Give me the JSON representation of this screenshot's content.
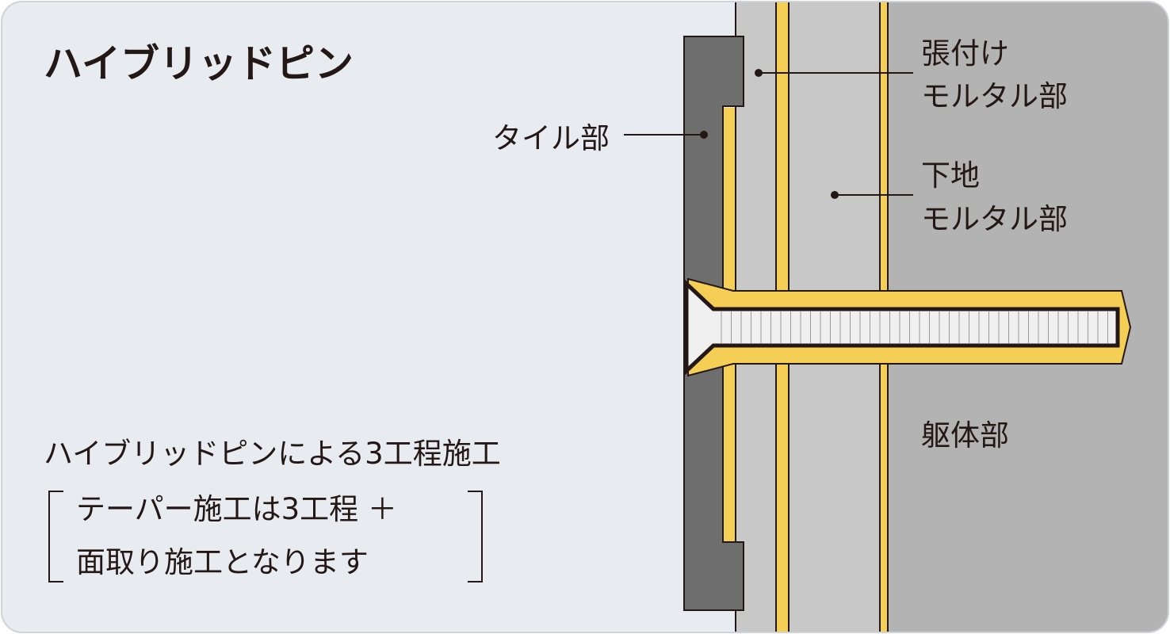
{
  "title": "ハイブリッドピン",
  "labels": {
    "tile": "タイル部",
    "adhesive_mortar_line1": "張付け",
    "adhesive_mortar_line2": "モルタル部",
    "base_mortar_line1": "下地",
    "base_mortar_line2": "モルタル部",
    "structure": "躯体部"
  },
  "description": {
    "line1": "ハイブリッドピンによる3工程施工",
    "note_line1": "テーパー施工は3工程 ＋",
    "note_line2": "面取り施工となります"
  },
  "colors": {
    "panel_background": "#e8ecf1",
    "tile": "#6e6e6e",
    "adhesive_mortar": "#c8c8c8",
    "base_mortar": "#c8c8c8",
    "structure": "#b3b3b3",
    "bonding_layer": "#f5cf55",
    "pin_body": "#f0f0f0",
    "outline": "#231815"
  }
}
